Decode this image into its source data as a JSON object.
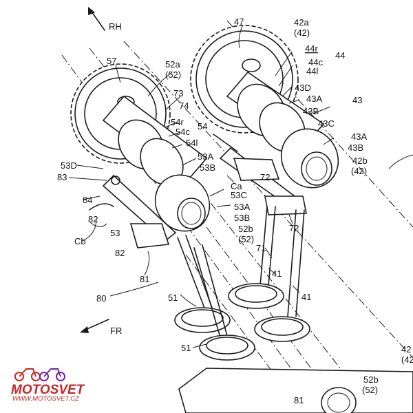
{
  "labels": {
    "rh": "RH",
    "fr": "FR",
    "n47": "47",
    "n42a": "42a",
    "n42a_p": "(42)",
    "n44r": "44r",
    "n44": "44",
    "n44c": "44c",
    "n44l": "44l",
    "n43D": "43D",
    "n43A_1": "43A",
    "n43": "43",
    "n43B_1": "43B",
    "n43C_1": "43C",
    "n43A_2": "43A",
    "n43B_2": "43B",
    "n42b": "42b",
    "n42b_p": "(42)",
    "n57": "57",
    "n52a": "52a",
    "n52a_p": "(52)",
    "n73": "73",
    "n74": "74",
    "n54": "54",
    "n54r": "54r",
    "n54c": "54c",
    "n54l": "54l",
    "n53A_1": "53A",
    "n53B_1": "53B",
    "n53D": "53D",
    "n83": "83",
    "n84": "84",
    "n82_1": "82",
    "cb": "Cb",
    "n53": "53",
    "n82_2": "82",
    "ca": "Ca",
    "n72_1": "72",
    "n53C": "53C",
    "n53A_2": "53A",
    "n53B_2": "53B",
    "n52b": "52b",
    "n52b_p": "(52)",
    "n72_2": "72",
    "n71": "71",
    "n81_1": "81",
    "n80": "80",
    "n41_1": "41",
    "n51_1": "51",
    "n41_2": "41",
    "n51_2": "51",
    "n42_edge": "42",
    "n42_edge_p": "(42",
    "n52b_lower": "52b",
    "n52b_lower_p": "(52)",
    "n81_2": "81"
  },
  "watermark": {
    "name": "MOTOSVET",
    "url": "WWW.MOTOSVET.CZ",
    "color": "#c62828"
  },
  "icons": [
    "arrow-rh-icon",
    "arrow-fr-icon",
    "motorcycle-logo-icon"
  ]
}
